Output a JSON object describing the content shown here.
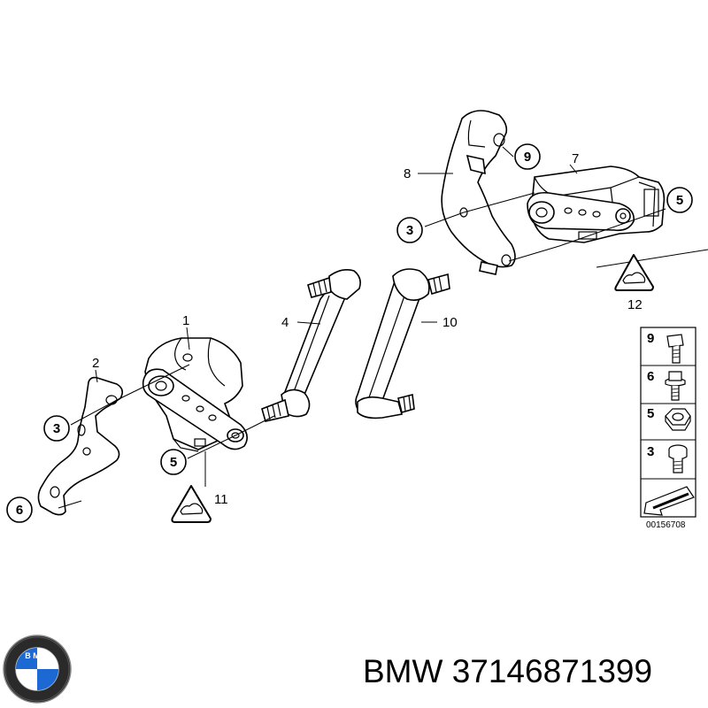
{
  "callouts": {
    "c1": "1",
    "c2": "2",
    "c3a": "3",
    "c4": "4",
    "c5a": "5",
    "c6": "6",
    "c7": "7",
    "c8": "8",
    "c9": "9",
    "c3b": "3",
    "c5b": "5",
    "c10": "10",
    "c11": "11",
    "c12": "12"
  },
  "legend": {
    "items": [
      {
        "number": "9",
        "icon": "bolt-icon"
      },
      {
        "number": "6",
        "icon": "flange-bolt-icon"
      },
      {
        "number": "5",
        "icon": "nut-icon"
      },
      {
        "number": "3",
        "icon": "screw-icon"
      }
    ],
    "diagram_number": "00156708"
  },
  "brand": {
    "logo_text": "B M W",
    "caption": "BMW 37146871399"
  },
  "colors": {
    "line": "#000000",
    "background": "#ffffff",
    "logo_blue": "#1c69d4",
    "logo_ring": "#222222"
  }
}
